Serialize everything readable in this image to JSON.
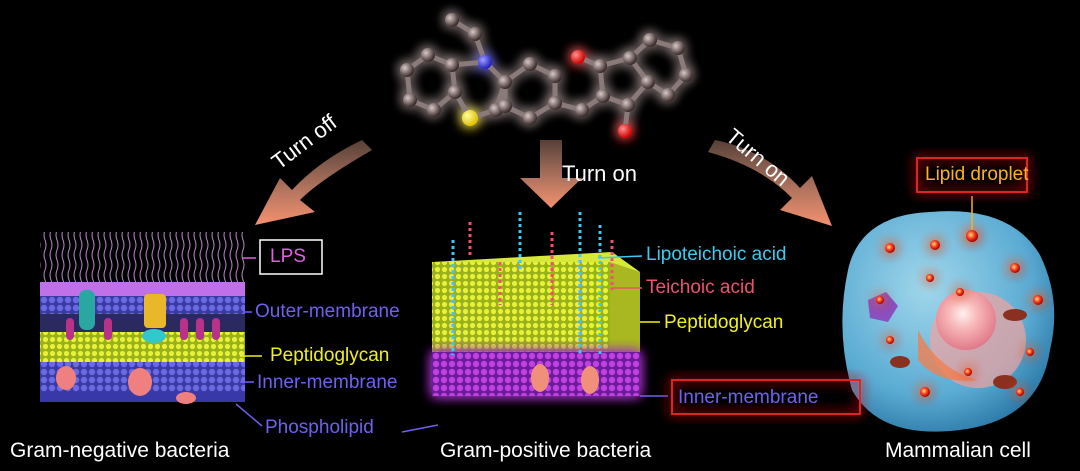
{
  "arrows": {
    "left": "Turn off",
    "center": "Turn on",
    "right": "Turn on"
  },
  "gram_negative": {
    "title": "Gram-negative bacteria",
    "labels": {
      "lps": "LPS",
      "outer_membrane": "Outer-membrane",
      "peptidoglycan": "Peptidoglycan",
      "inner_membrane": "Inner-membrane",
      "phospholipid": "Phospholipid"
    }
  },
  "gram_positive": {
    "title": "Gram-positive bacteria",
    "labels": {
      "lipoteichoic_acid": "Lipoteichoic acid",
      "teichoic_acid": "Teichoic acid",
      "peptidoglycan": "Peptidoglycan",
      "inner_membrane": "Inner-membrane"
    }
  },
  "mammalian": {
    "title": "Mammalian cell",
    "labels": {
      "lipid_droplet": "Lipid droplet"
    }
  },
  "colors": {
    "background": "#000000",
    "arrow": "#f4a48a",
    "lps": "#e060e0",
    "outer_membrane": "#7060f0",
    "peptidoglycan": "#f0f020",
    "lipoteichoic": "#40c8f0",
    "teichoic": "#f05070",
    "glow": "#ff2020",
    "lipid_droplet": "#ffb020"
  }
}
